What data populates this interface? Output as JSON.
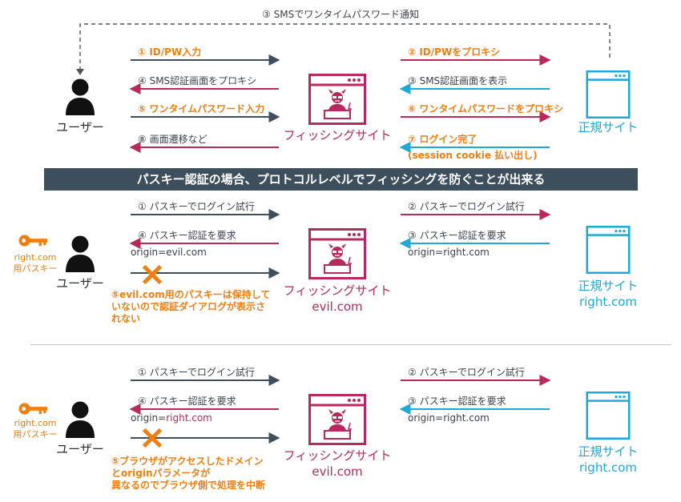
{
  "top_notice": "③ SMSでワンタイムパスワード通知",
  "banner": "パスキー認証の場合、プロトコルレベルでフィッシングを防ぐことが出来る",
  "section1": {
    "user_label": "ユーザー",
    "phish_label": "フィッシングサイト",
    "legit_label": "正規サイト",
    "left_msgs": [
      "① ID/PW入力",
      "④ SMS認証画面をプロキシ",
      "⑤ ワンタイムパスワード入力",
      "⑧ 画面遷移など"
    ],
    "right_msgs": [
      "② ID/PWをプロキシ",
      "③ SMS認証画面を表示",
      "⑥ ワンタイムパスワードをプロキシ",
      "⑦ ログイン完了",
      "(session cookie 払い出し)"
    ]
  },
  "section2": {
    "key_label_1": "right.com",
    "key_label_2": "用パスキー",
    "user_label": "ユーザー",
    "phish_label": "フィッシングサイト",
    "phish_domain": "evil.com",
    "legit_label": "正規サイト",
    "legit_domain": "right.com",
    "left_msg_1": "① パスキーでログイン試行",
    "left_msg_2": "④ パスキー認証を要求",
    "left_origin": "origin=evil.com",
    "right_msg_1": "② パスキーでログイン試行",
    "right_msg_2": "③ パスキー認証を要求",
    "right_origin": "origin=right.com",
    "error_lines": [
      "⑤evil.com用のパスキーは保持して",
      "いないので認証ダイアログが表示さ",
      "れない"
    ]
  },
  "section3": {
    "key_label_1": "right.com",
    "key_label_2": "用パスキー",
    "user_label": "ユーザー",
    "phish_label": "フィッシングサイト",
    "phish_domain": "evil.com",
    "legit_label": "正規サイト",
    "legit_domain": "right.com",
    "left_msg_1": "① パスキーでログイン試行",
    "left_msg_2": "④ パスキー認証を要求",
    "left_origin_prefix": "origin=",
    "left_origin_value": "right.com",
    "right_msg_1": "② パスキーでログイン試行",
    "right_msg_2": "③ パスキー認証を要求",
    "right_origin": "origin=right.com",
    "error_lines": [
      "⑤ブラウザがアクセスしたドメイン",
      "とoriginパラメータが",
      "異なるのでブラウザ側で処理を中断"
    ]
  },
  "colors": {
    "dark": "#2a2f36",
    "orange": "#f07e13",
    "magenta": "#b8295e",
    "cyan": "#1ea9d8",
    "slate": "#3d4e5c"
  }
}
